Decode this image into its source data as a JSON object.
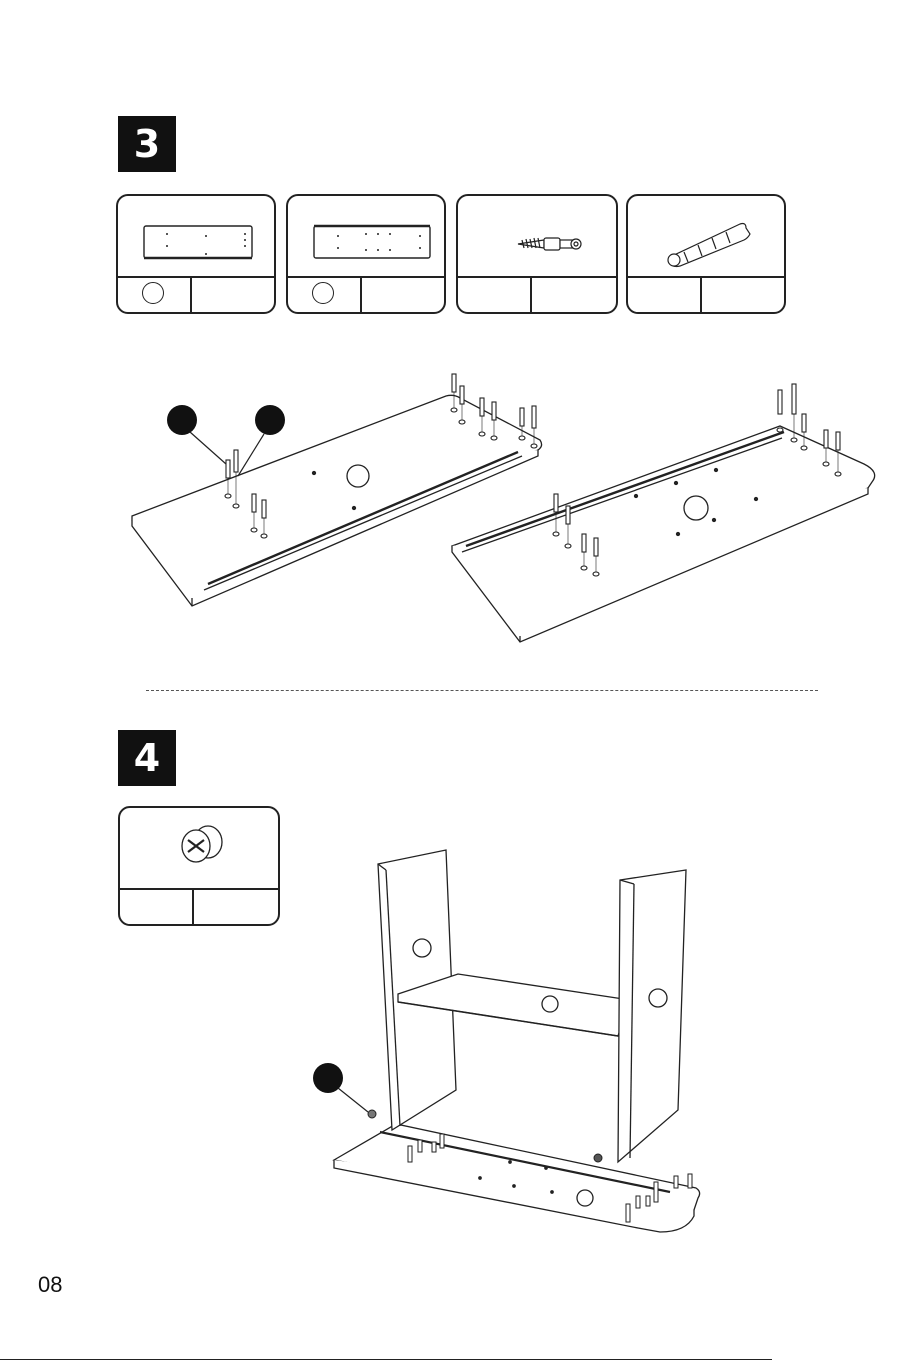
{
  "page": {
    "number": "08"
  },
  "steps": [
    {
      "number": "3"
    },
    {
      "number": "4"
    }
  ],
  "icons": {
    "cam_screw": "cam-bolt-icon",
    "dowel": "wood-dowel-icon",
    "cam_lock": "cam-lock-icon"
  }
}
